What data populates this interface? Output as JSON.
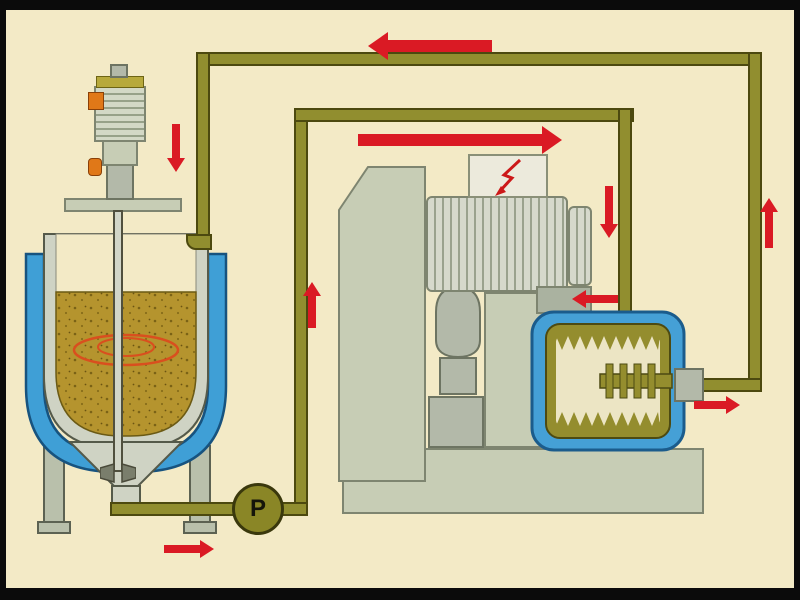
{
  "labels": {
    "pump": "P"
  },
  "colors": {
    "background": "#f3eac6",
    "frame": "#0b0b0b",
    "pipe": "#918e2f",
    "pipe_outline": "#4c490f",
    "arrow_red": "#da1a24",
    "jacket_blue": "#3f9fd6",
    "chamber_blue": "#45a0d6",
    "chamber_olive": "#948d2e",
    "slurry_khaki": "#b5942e",
    "swirl_orange": "#d94f1e",
    "machine_sage": "#c7cdb5",
    "part_gray": "#b3b9a9",
    "pump_olive": "#8a8626",
    "accent_orange": "#e07818",
    "lightning_red": "#cc1818"
  },
  "components": [
    "agitator-motor",
    "agitator-shaft",
    "feed-vessel",
    "cooling-jacket",
    "slurry",
    "vortex-swirl",
    "vessel-legs",
    "outlet-valve",
    "circulation-pump",
    "mill-column",
    "mill-motor",
    "junction-box",
    "drive-coupling",
    "grinding-chamber",
    "grinding-discs",
    "chamber-outlet",
    "mill-base",
    "piping-loop"
  ],
  "flow_arrows": [
    {
      "id": "return-line-top",
      "direction": "left"
    },
    {
      "id": "feed-line-top",
      "direction": "right"
    },
    {
      "id": "vessel-inlet",
      "direction": "down"
    },
    {
      "id": "mill-feed-drop",
      "direction": "down"
    },
    {
      "id": "mill-inlet",
      "direction": "left"
    },
    {
      "id": "feed-riser",
      "direction": "up"
    },
    {
      "id": "mill-outlet",
      "direction": "right"
    },
    {
      "id": "return-riser",
      "direction": "up"
    },
    {
      "id": "pump-suction",
      "direction": "right"
    }
  ]
}
